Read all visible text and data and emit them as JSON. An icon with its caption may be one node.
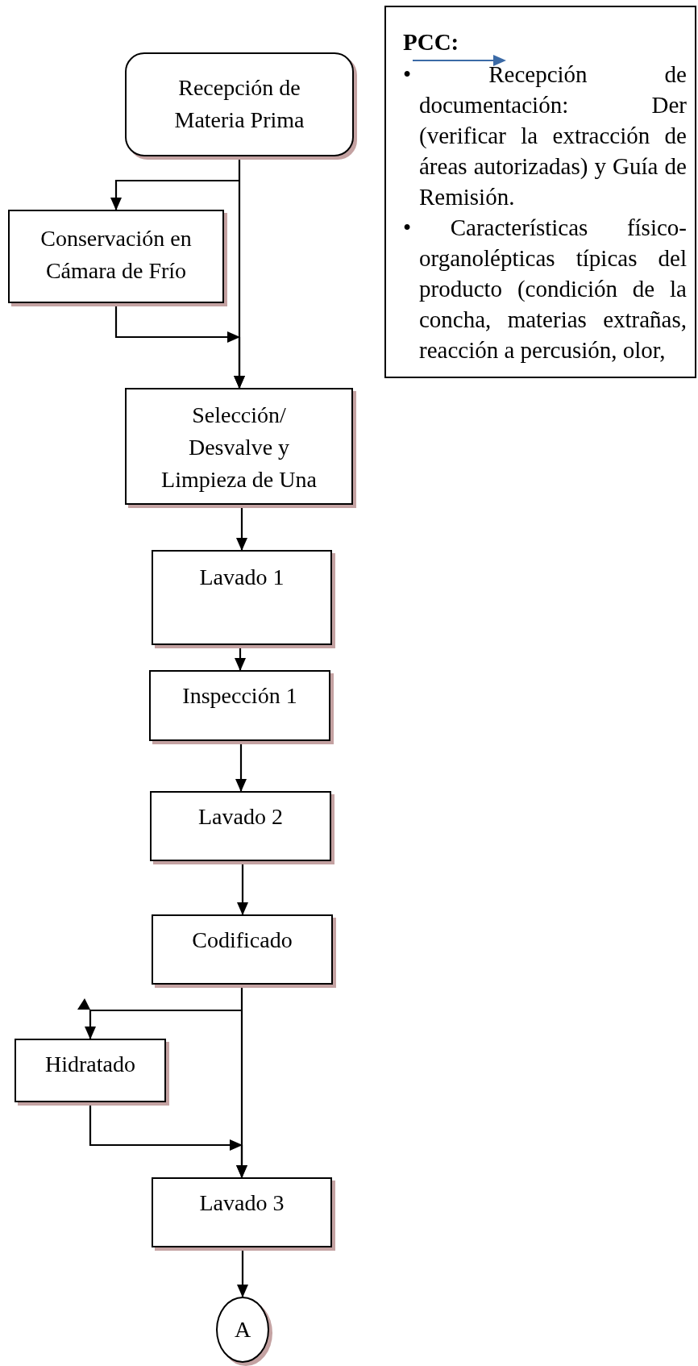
{
  "diagram": {
    "nodes": [
      {
        "text": [
          "Recepción de Materia Prima"
        ]
      },
      {
        "text": [
          "Conservación en Cámara de Frío"
        ]
      },
      {
        "text": [
          "Selección/ Desvalve y Limpieza de Una"
        ]
      },
      {
        "text": [
          "Lavado 1"
        ]
      },
      {
        "text": [
          "Inspección 1"
        ]
      },
      {
        "text": [
          "Lavado 2"
        ]
      },
      {
        "text": [
          "Codificado"
        ]
      },
      {
        "text": [
          "Hidratado"
        ]
      },
      {
        "text": [
          "Lavado 3"
        ]
      },
      {
        "text": [
          "A"
        ]
      },
      {
        "text": [
          "PCC:",
          "• Recepción de documentación: Der (verificar la extracción de áreas autorizadas) y Guía de Remisión.",
          "• Características físico-organolépticas típicas del producto (condición de la concha, materias extrañas, reacción a percusión, olor,"
        ]
      }
    ],
    "edges": [
      {
        "from": 0,
        "to": 2,
        "arrow": "to"
      },
      {
        "from": 0,
        "to": 1,
        "arrow": "to"
      },
      {
        "from": 1,
        "to": 2,
        "arrow": "to"
      },
      {
        "from": 2,
        "to": 3,
        "arrow": "to"
      },
      {
        "from": 3,
        "to": 4,
        "arrow": "to"
      },
      {
        "from": 4,
        "to": 5,
        "arrow": "to"
      },
      {
        "from": 5,
        "to": 6,
        "arrow": "to"
      },
      {
        "from": 6,
        "to": 8,
        "arrow": "to"
      },
      {
        "from": 6,
        "to": 7,
        "arrow": "to"
      },
      {
        "from": 7,
        "to": 8,
        "arrow": "to"
      },
      {
        "from": 8,
        "to": 9,
        "arrow": "to"
      }
    ]
  }
}
